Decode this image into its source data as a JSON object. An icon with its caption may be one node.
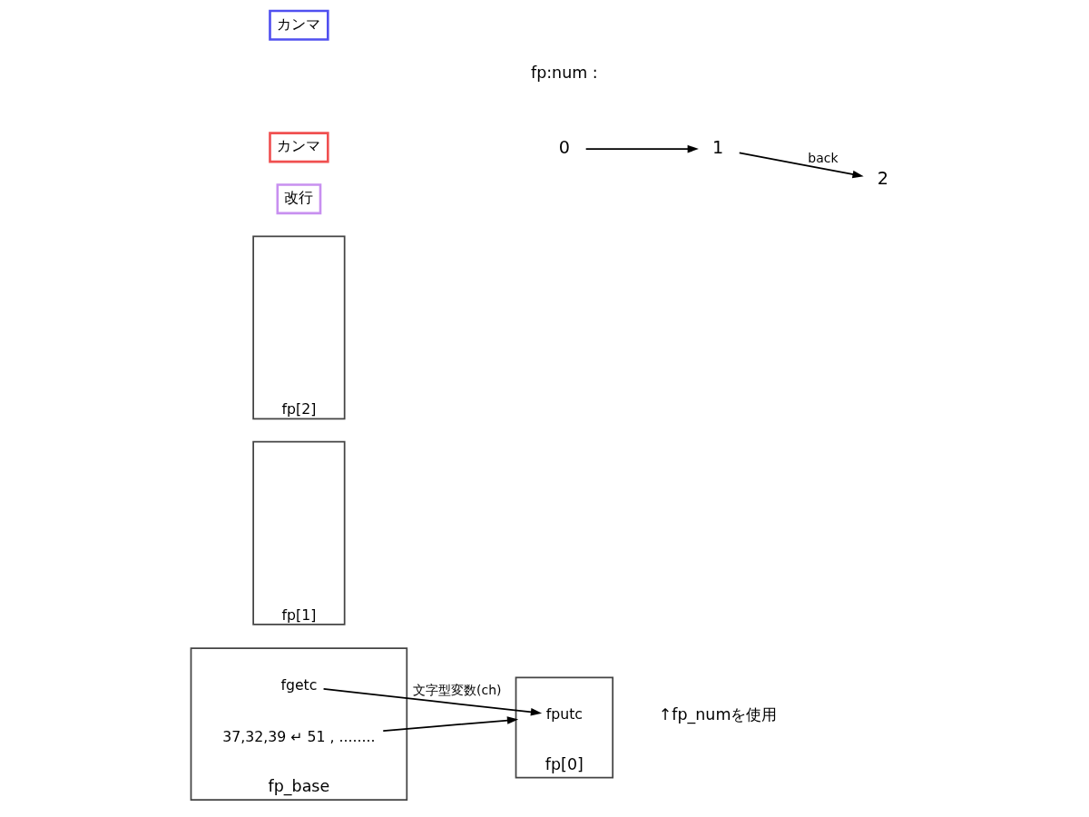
{
  "diagram": {
    "nodes": [
      {
        "text": [
          "fp_base"
        ]
      },
      {
        "text": [
          "fgetc"
        ],
        "in": 0
      },
      {
        "text": [
          "37,32,39 ↵ 51 , ........"
        ],
        "in": 0
      },
      {
        "text": [
          "fp[0]"
        ]
      },
      {
        "text": [
          "fputc"
        ],
        "in": 3
      },
      {
        "text": [
          "fp[1]"
        ]
      },
      {
        "text": [
          "fp[2]"
        ]
      },
      {
        "text": [
          "カンマ"
        ]
      },
      {
        "text": [
          "カンマ"
        ]
      },
      {
        "text": [
          "改行"
        ]
      },
      {
        "text": [
          "0"
        ]
      },
      {
        "text": [
          "1"
        ]
      },
      {
        "text": [
          "2"
        ]
      }
    ],
    "edges": [
      {
        "from": 1,
        "to": 4,
        "arrow": "to",
        "label": "文字型変数(ch)"
      },
      {
        "from": 2,
        "to": 3,
        "arrow": "to"
      },
      {
        "from": 10,
        "to": 11,
        "arrow": "to"
      },
      {
        "from": 11,
        "to": 12,
        "arrow": "to",
        "label": "back"
      }
    ],
    "labels": [
      "fp:num :",
      "↑fp_numを使用"
    ]
  }
}
